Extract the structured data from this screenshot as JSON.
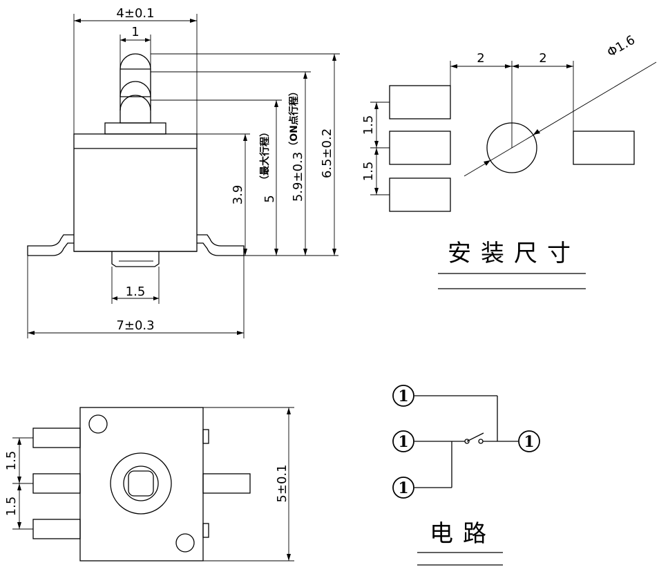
{
  "side_view": {
    "width_top": "4±0.1",
    "plunger_width": "1",
    "bottom_width": "1.5",
    "overall_width": "7±0.3",
    "height_body": "3.9",
    "height_max_stroke": "5",
    "note_max_stroke": "（最大行程）",
    "height_on_point": "5.9±0.3",
    "note_on_point": "（ON点行程）",
    "height_total": "6.5±0.2"
  },
  "mounting": {
    "title": "安装尺寸",
    "spacing_left": "2",
    "spacing_right": "2",
    "hole_diameter": "Φ1.6",
    "pad_pitch_top": "1.5",
    "pad_pitch_bottom": "1.5"
  },
  "bottom_view": {
    "pitch_top": "1.5",
    "pitch_bottom": "1.5",
    "height": "5±0.1"
  },
  "circuit": {
    "title": "电路",
    "pin_labels": [
      "1",
      "1",
      "1",
      "1"
    ]
  }
}
